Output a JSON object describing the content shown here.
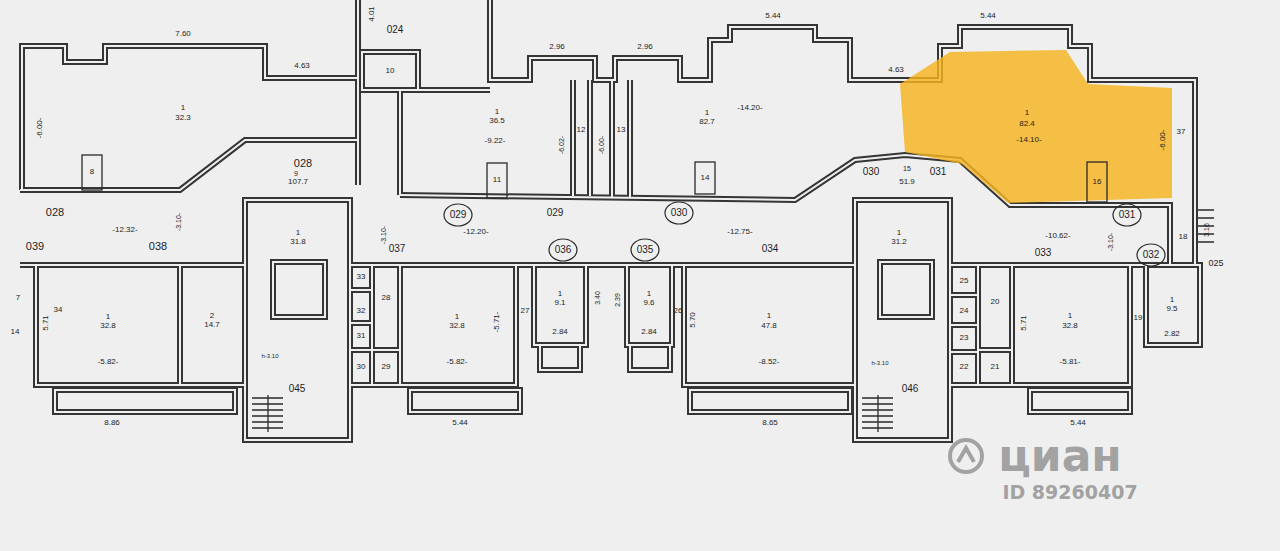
{
  "diagram": {
    "labels": [
      "7.60",
      "4.63",
      "4.01",
      "024",
      "10",
      "2.96",
      "2.96",
      "5.44",
      "5.44",
      "4.63",
      "-6.00-",
      "1",
      "32.3",
      "8",
      "028",
      "9",
      "107.7",
      "028",
      "-12.32-",
      "-3.10-",
      "039",
      "038",
      "1",
      "36.5",
      "-9.22-",
      "-6.02-",
      "12",
      "13",
      "-6.00-",
      "11",
      "1",
      "82.7",
      "-14.20-",
      "14",
      "030",
      "15",
      "51.9",
      "031",
      "1",
      "82.4",
      "-14.10-",
      "-6.00-",
      "37",
      "16",
      "029",
      "029",
      "030",
      "-3.10-",
      "-12.20-",
      "037",
      "036",
      "035",
      "034",
      "-12.75-",
      "031",
      "-10.62-",
      "-3.10-",
      "033",
      "032",
      "18",
      "3.16",
      "025",
      "1",
      "31.8",
      "1",
      "31.2",
      "7",
      "14",
      "34",
      "5.71",
      "1",
      "32.8",
      "-5.82-",
      "2",
      "14.7",
      "33",
      "32",
      "31",
      "30",
      "28",
      "29",
      "1",
      "32.8",
      "-5.82-",
      "-5.71-",
      "27",
      "1",
      "9.1",
      "3.40",
      "2.84",
      "2.39",
      "1",
      "9.6",
      "2.84",
      "26",
      "5.70",
      "1",
      "47.8",
      "-8.52-",
      "25",
      "24",
      "23",
      "22",
      "20",
      "21",
      "5.71",
      "1",
      "32.8",
      "-5.81-",
      "19",
      "1",
      "9.5",
      "2.82",
      "h-3.10",
      "045",
      "h-3.10",
      "046",
      "8.86",
      "5.44",
      "8.65",
      "5.44",
      "циан",
      "ID 89260407"
    ]
  }
}
